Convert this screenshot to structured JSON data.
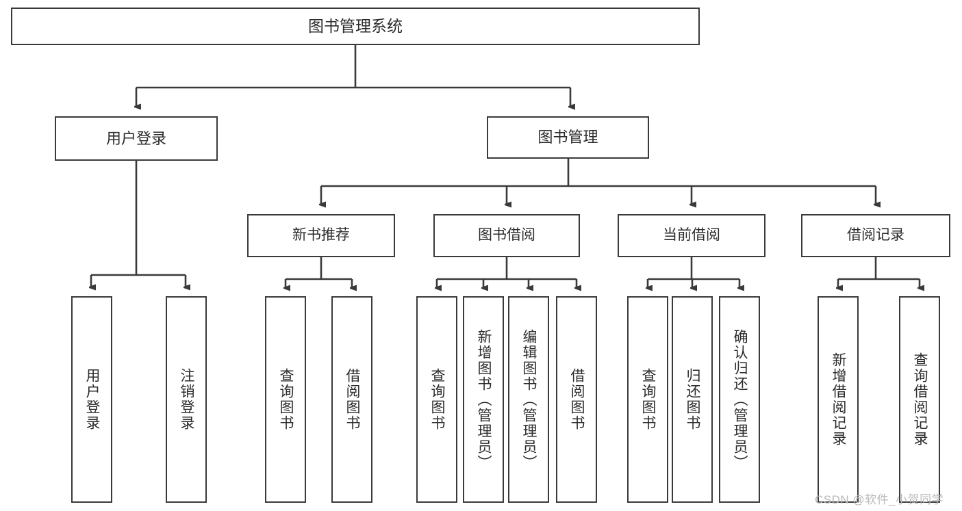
{
  "diagram": {
    "title": "图书管理系统",
    "type": "tree-hierarchy-diagram",
    "colors": {
      "stroke": "#3a3a3a",
      "text": "#2b2b2b",
      "background": "#ffffff",
      "watermark": "#b9b9b9"
    },
    "root": {
      "label": "图书管理系统"
    },
    "level2": [
      {
        "label": "用户登录"
      },
      {
        "label": "图书管理"
      }
    ],
    "level3": [
      {
        "label": "新书推荐"
      },
      {
        "label": "图书借阅"
      },
      {
        "label": "当前借阅"
      },
      {
        "label": "借阅记录"
      }
    ],
    "leaves": {
      "user_login": [
        {
          "label": "用户登录"
        },
        {
          "label": "注销登录"
        }
      ],
      "new_book_recommend": [
        {
          "label": "查询图书"
        },
        {
          "label": "借阅图书"
        }
      ],
      "book_borrow": [
        {
          "label": "查询图书"
        },
        {
          "label": "新增图书（管理员）"
        },
        {
          "label": "编辑图书（管理员）"
        },
        {
          "label": "借阅图书"
        }
      ],
      "current_borrow": [
        {
          "label": "查询图书"
        },
        {
          "label": "归还图书"
        },
        {
          "label": "确认归还（管理员）"
        }
      ],
      "borrow_record": [
        {
          "label": "新增借阅记录"
        },
        {
          "label": "查询借阅记录"
        }
      ]
    }
  },
  "watermark": {
    "text": "CSDN @软件_小贺同学"
  }
}
